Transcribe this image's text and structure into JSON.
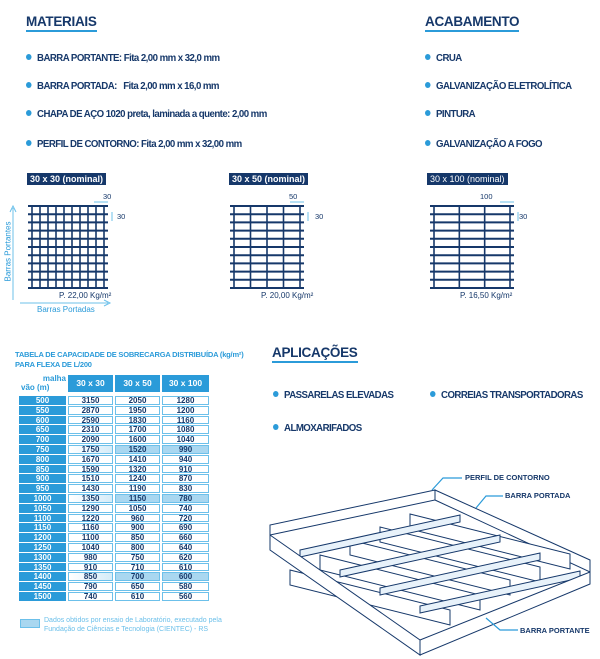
{
  "materiais": {
    "title": "MATERIAIS",
    "items": [
      {
        "label": "BARRA PORTANTE:",
        "value": " Fita 2,00 mm x 32,0 mm"
      },
      {
        "label": "BARRA PORTADA:",
        "value": "   Fita 2,00 mm x 16,0 mm"
      },
      {
        "label": "CHAPA DE AÇO 1020 preta, laminada a quente: 2,00 mm",
        "value": ""
      },
      {
        "label": "PERFIL DE CONTORNO:",
        "value": " Fita 2,00 mm x 32,00 mm"
      }
    ]
  },
  "acabamento": {
    "title": "ACABAMENTO",
    "items": [
      "CRUA",
      "GALVANIZAÇÃO ELETROLÍTICA",
      "PINTURA",
      "GALVANIZAÇÃO A FOGO"
    ]
  },
  "grids": [
    {
      "label": "30 x 30 (nominal)",
      "h_dim": "30",
      "v_dim": "30",
      "weight": "P. 22,00 Kg/m²",
      "cols": 10
    },
    {
      "label": "30 x 50 (nominal)",
      "h_dim": "50",
      "v_dim": "30",
      "weight": "P. 20,00 Kg/m²",
      "cols": 5
    },
    {
      "label": "30 x 100 (nominal)",
      "h_dim": "100",
      "v_dim": "30",
      "weight": "P. 16,50 Kg/m²",
      "cols": 4
    }
  ],
  "axes": {
    "vertical": "Barras Portantes",
    "horizontal": "Barras Portadas"
  },
  "table": {
    "title_line1": "TABELA DE CAPACIDADE DE SOBRECARGA DISTRIBUÍDA (kg/m²)",
    "title_line2": "PARA FLEXA DE L/200",
    "corner_top": "malha",
    "corner_bottom": "vão (m)",
    "columns": [
      "30 x 30",
      "30 x 50",
      "30 x 100"
    ],
    "rows": [
      {
        "span": "500",
        "values": [
          "3150",
          "2050",
          "1280"
        ],
        "lab": false
      },
      {
        "span": "550",
        "values": [
          "2870",
          "1950",
          "1200"
        ],
        "lab": false
      },
      {
        "span": "600",
        "values": [
          "2590",
          "1830",
          "1160"
        ],
        "lab": false
      },
      {
        "span": "650",
        "values": [
          "2310",
          "1700",
          "1080"
        ],
        "lab": false
      },
      {
        "span": "700",
        "values": [
          "2090",
          "1600",
          "1040"
        ],
        "lab": false
      },
      {
        "span": "750",
        "values": [
          "1750",
          "1520",
          "990"
        ],
        "lab": true
      },
      {
        "span": "800",
        "values": [
          "1670",
          "1410",
          "940"
        ],
        "lab": false
      },
      {
        "span": "850",
        "values": [
          "1590",
          "1320",
          "910"
        ],
        "lab": false
      },
      {
        "span": "900",
        "values": [
          "1510",
          "1240",
          "870"
        ],
        "lab": false
      },
      {
        "span": "950",
        "values": [
          "1430",
          "1190",
          "830"
        ],
        "lab": false
      },
      {
        "span": "1000",
        "values": [
          "1350",
          "1150",
          "780"
        ],
        "lab": true
      },
      {
        "span": "1050",
        "values": [
          "1290",
          "1050",
          "740"
        ],
        "lab": false
      },
      {
        "span": "1100",
        "values": [
          "1220",
          "960",
          "720"
        ],
        "lab": false
      },
      {
        "span": "1150",
        "values": [
          "1160",
          "900",
          "690"
        ],
        "lab": false
      },
      {
        "span": "1200",
        "values": [
          "1100",
          "850",
          "660"
        ],
        "lab": false
      },
      {
        "span": "1250",
        "values": [
          "1040",
          "800",
          "640"
        ],
        "lab": false
      },
      {
        "span": "1300",
        "values": [
          "980",
          "750",
          "620"
        ],
        "lab": false
      },
      {
        "span": "1350",
        "values": [
          "910",
          "710",
          "610"
        ],
        "lab": false
      },
      {
        "span": "1400",
        "values": [
          "850",
          "700",
          "600"
        ],
        "lab": true
      },
      {
        "span": "1450",
        "values": [
          "790",
          "650",
          "580"
        ],
        "lab": false
      },
      {
        "span": "1500",
        "values": [
          "740",
          "610",
          "560"
        ],
        "lab": false
      }
    ],
    "note_line1": "Dados obtidos por ensaio de Laboratório, executado pela",
    "note_line2": "Fundação de Ciências e Tecnologia (CIENTEC) - RS"
  },
  "aplicacoes": {
    "title": "APLICAÇÕES",
    "items": [
      "PASSARELAS ELEVADAS",
      "CORREIAS TRANSPORTADORAS",
      "ALMOXARIFADOS"
    ]
  },
  "diagram": {
    "labels": {
      "perfil": "PERFIL DE CONTORNO",
      "portada": "BARRA PORTADA",
      "portante": "BARRA PORTANTE"
    }
  },
  "colors": {
    "navy": "#16386a",
    "accent": "#2b9bd9"
  }
}
